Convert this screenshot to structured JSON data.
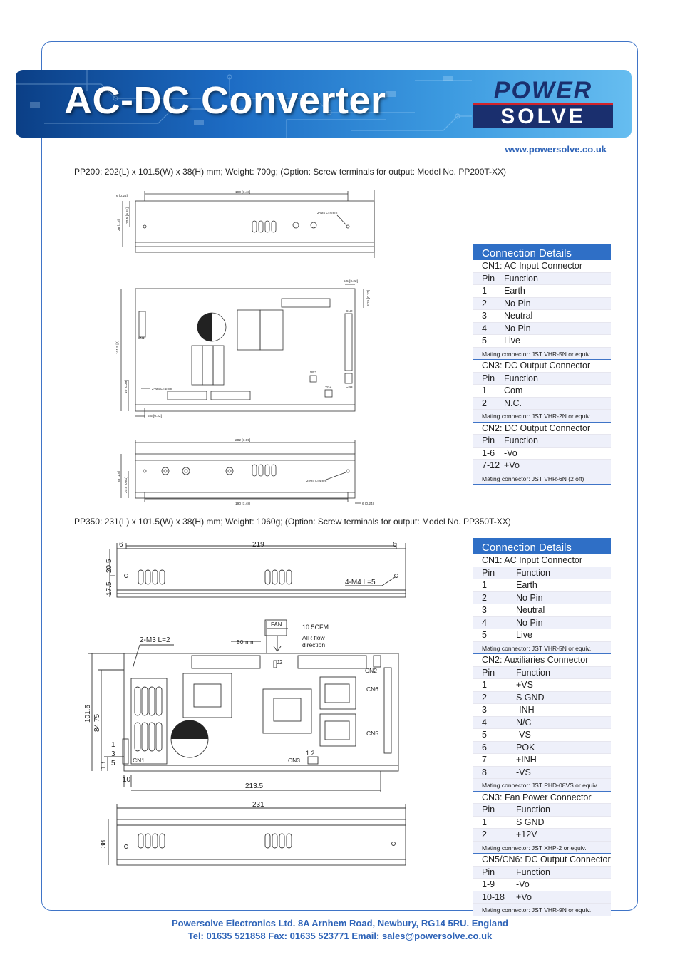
{
  "header": {
    "title": "AC-DC Converter",
    "logo_top": "POWER",
    "logo_bottom": "SOLVE",
    "url": "www.powersolve.co.uk"
  },
  "pp200": {
    "caption": "PP200: 202(L) x 101.5(W) x 38(H) mm; Weight: 700g; (Option: Screw terminals for output: Model No. PP200T-XX)",
    "dims": {
      "top_len": "190 [7.48]",
      "top_left": "6 [0.24]",
      "top_h1": "38 [1.5]",
      "top_h2": "20.5 [0.81]",
      "screw_top": "2-M4 L=4mm",
      "offset_top": "5.5 [0.22]",
      "offset_right": "8.25 [0.32]",
      "cn2": "CN2",
      "cn1": "CN1",
      "cn3": "CN3",
      "vr1": "VR1",
      "vr2": "VR2",
      "side_w": "101.5 [4]",
      "side_h": "10 [0.39]",
      "screw_mid": "2-M4 L=4mm",
      "bottom_offset": "5.5 [0.22]",
      "bot_len": "202 [7.95]",
      "bot_h1": "38 [1.5]",
      "bot_h2": "20.5 [0.81]",
      "bot_inner": "190 [7.48]",
      "screw_bot": "2-M4 L=4mm",
      "bot_right": "6 [0.24]"
    },
    "connection": {
      "head": "Connection Details",
      "groups": [
        {
          "title": "CN1: AC Input Connector",
          "hdr": [
            "Pin",
            "Function"
          ],
          "rows": [
            [
              "1",
              "Earth"
            ],
            [
              "2",
              "No Pin"
            ],
            [
              "3",
              "Neutral"
            ],
            [
              "4",
              "No Pin"
            ],
            [
              "5",
              "Live"
            ]
          ],
          "mate": "Mating connector: JST VHR-5N or equiv."
        },
        {
          "title": "CN3: DC Output Connector",
          "hdr": [
            "Pin",
            "Function"
          ],
          "rows": [
            [
              "1",
              "Com"
            ],
            [
              "2",
              "N.C."
            ]
          ],
          "mate": "Mating connector: JST VHR-2N or equiv."
        },
        {
          "title": "CN2: DC Output Connector",
          "hdr": [
            "Pin",
            "Function"
          ],
          "rows": [
            [
              "1-6",
              "-Vo"
            ],
            [
              "7-12",
              "+Vo"
            ]
          ],
          "mate": "Mating connector: JST VHR-6N (2 off)"
        }
      ]
    }
  },
  "pp350": {
    "caption": "PP350: 231(L) x 101.5(W) x 38(H) mm; Weight: 1060g; (Option: Screw terminals for output: Model No. PP350T-XX)",
    "dims": {
      "top_left": "6",
      "top_len": "219",
      "top_right": "6",
      "h_upper": "20.5",
      "h_lower": "17.5",
      "screw_top": "4-M4 L=5",
      "fan": "FAN",
      "cfm": "10.5CFM",
      "airflow1": "AIR flow",
      "airflow2": "direction",
      "mm50": "50mm",
      "screw_mid": "2-M3 L=2",
      "j2": "J2",
      "cn2": "CN2",
      "cn6": "CN6",
      "cn5": "CN5",
      "cn1": "CN1",
      "cn3": "CN3",
      "pins12": "1 2",
      "w1": "101.5",
      "w2": "84.75",
      "h13": "13",
      "p1": "1",
      "p3": "3",
      "p5": "5",
      "d10": "10",
      "len2135": "213.5",
      "bot_len": "231",
      "bot_h": "38"
    },
    "connection": {
      "head": "Connection Details",
      "groups": [
        {
          "title": "CN1: AC Input Connector",
          "hdr": [
            "Pin",
            "Function"
          ],
          "rows": [
            [
              "1",
              "Earth"
            ],
            [
              "2",
              "No Pin"
            ],
            [
              "3",
              "Neutral"
            ],
            [
              "4",
              "No Pin"
            ],
            [
              "5",
              "Live"
            ]
          ],
          "mate": "Mating connector: JST VHR-5N or equiv."
        },
        {
          "title": "CN2: Auxiliaries Connector",
          "hdr": [
            "Pin",
            "Function"
          ],
          "rows": [
            [
              "1",
              "+VS"
            ],
            [
              "2",
              "S GND"
            ],
            [
              "3",
              "-INH"
            ],
            [
              "4",
              "N/C"
            ],
            [
              "5",
              "-VS"
            ],
            [
              "6",
              "POK"
            ],
            [
              "7",
              "+INH"
            ],
            [
              "8",
              "-VS"
            ]
          ],
          "mate": "Mating connector: JST PHD-08VS or equiv."
        },
        {
          "title": "CN3: Fan Power Connector",
          "hdr": [
            "Pin",
            "Function"
          ],
          "rows": [
            [
              "1",
              "S GND"
            ],
            [
              "2",
              "+12V"
            ]
          ],
          "mate": "Mating connector: JST XHP-2 or equiv."
        },
        {
          "title": "CN5/CN6: DC Output Connector",
          "hdr": [
            "Pin",
            "Function"
          ],
          "rows": [
            [
              "1-9",
              "-Vo"
            ],
            [
              "10-18",
              "+Vo"
            ]
          ],
          "mate": "Mating connector: JST VHR-9N or equiv."
        }
      ]
    }
  },
  "footer": {
    "line1": "Powersolve Electronics Ltd.  8A Arnhem Road,  Newbury, RG14 5RU.  England",
    "line2": "Tel: 01635 521858  Fax: 01635 523771  Email: sales@powersolve.co.uk"
  }
}
